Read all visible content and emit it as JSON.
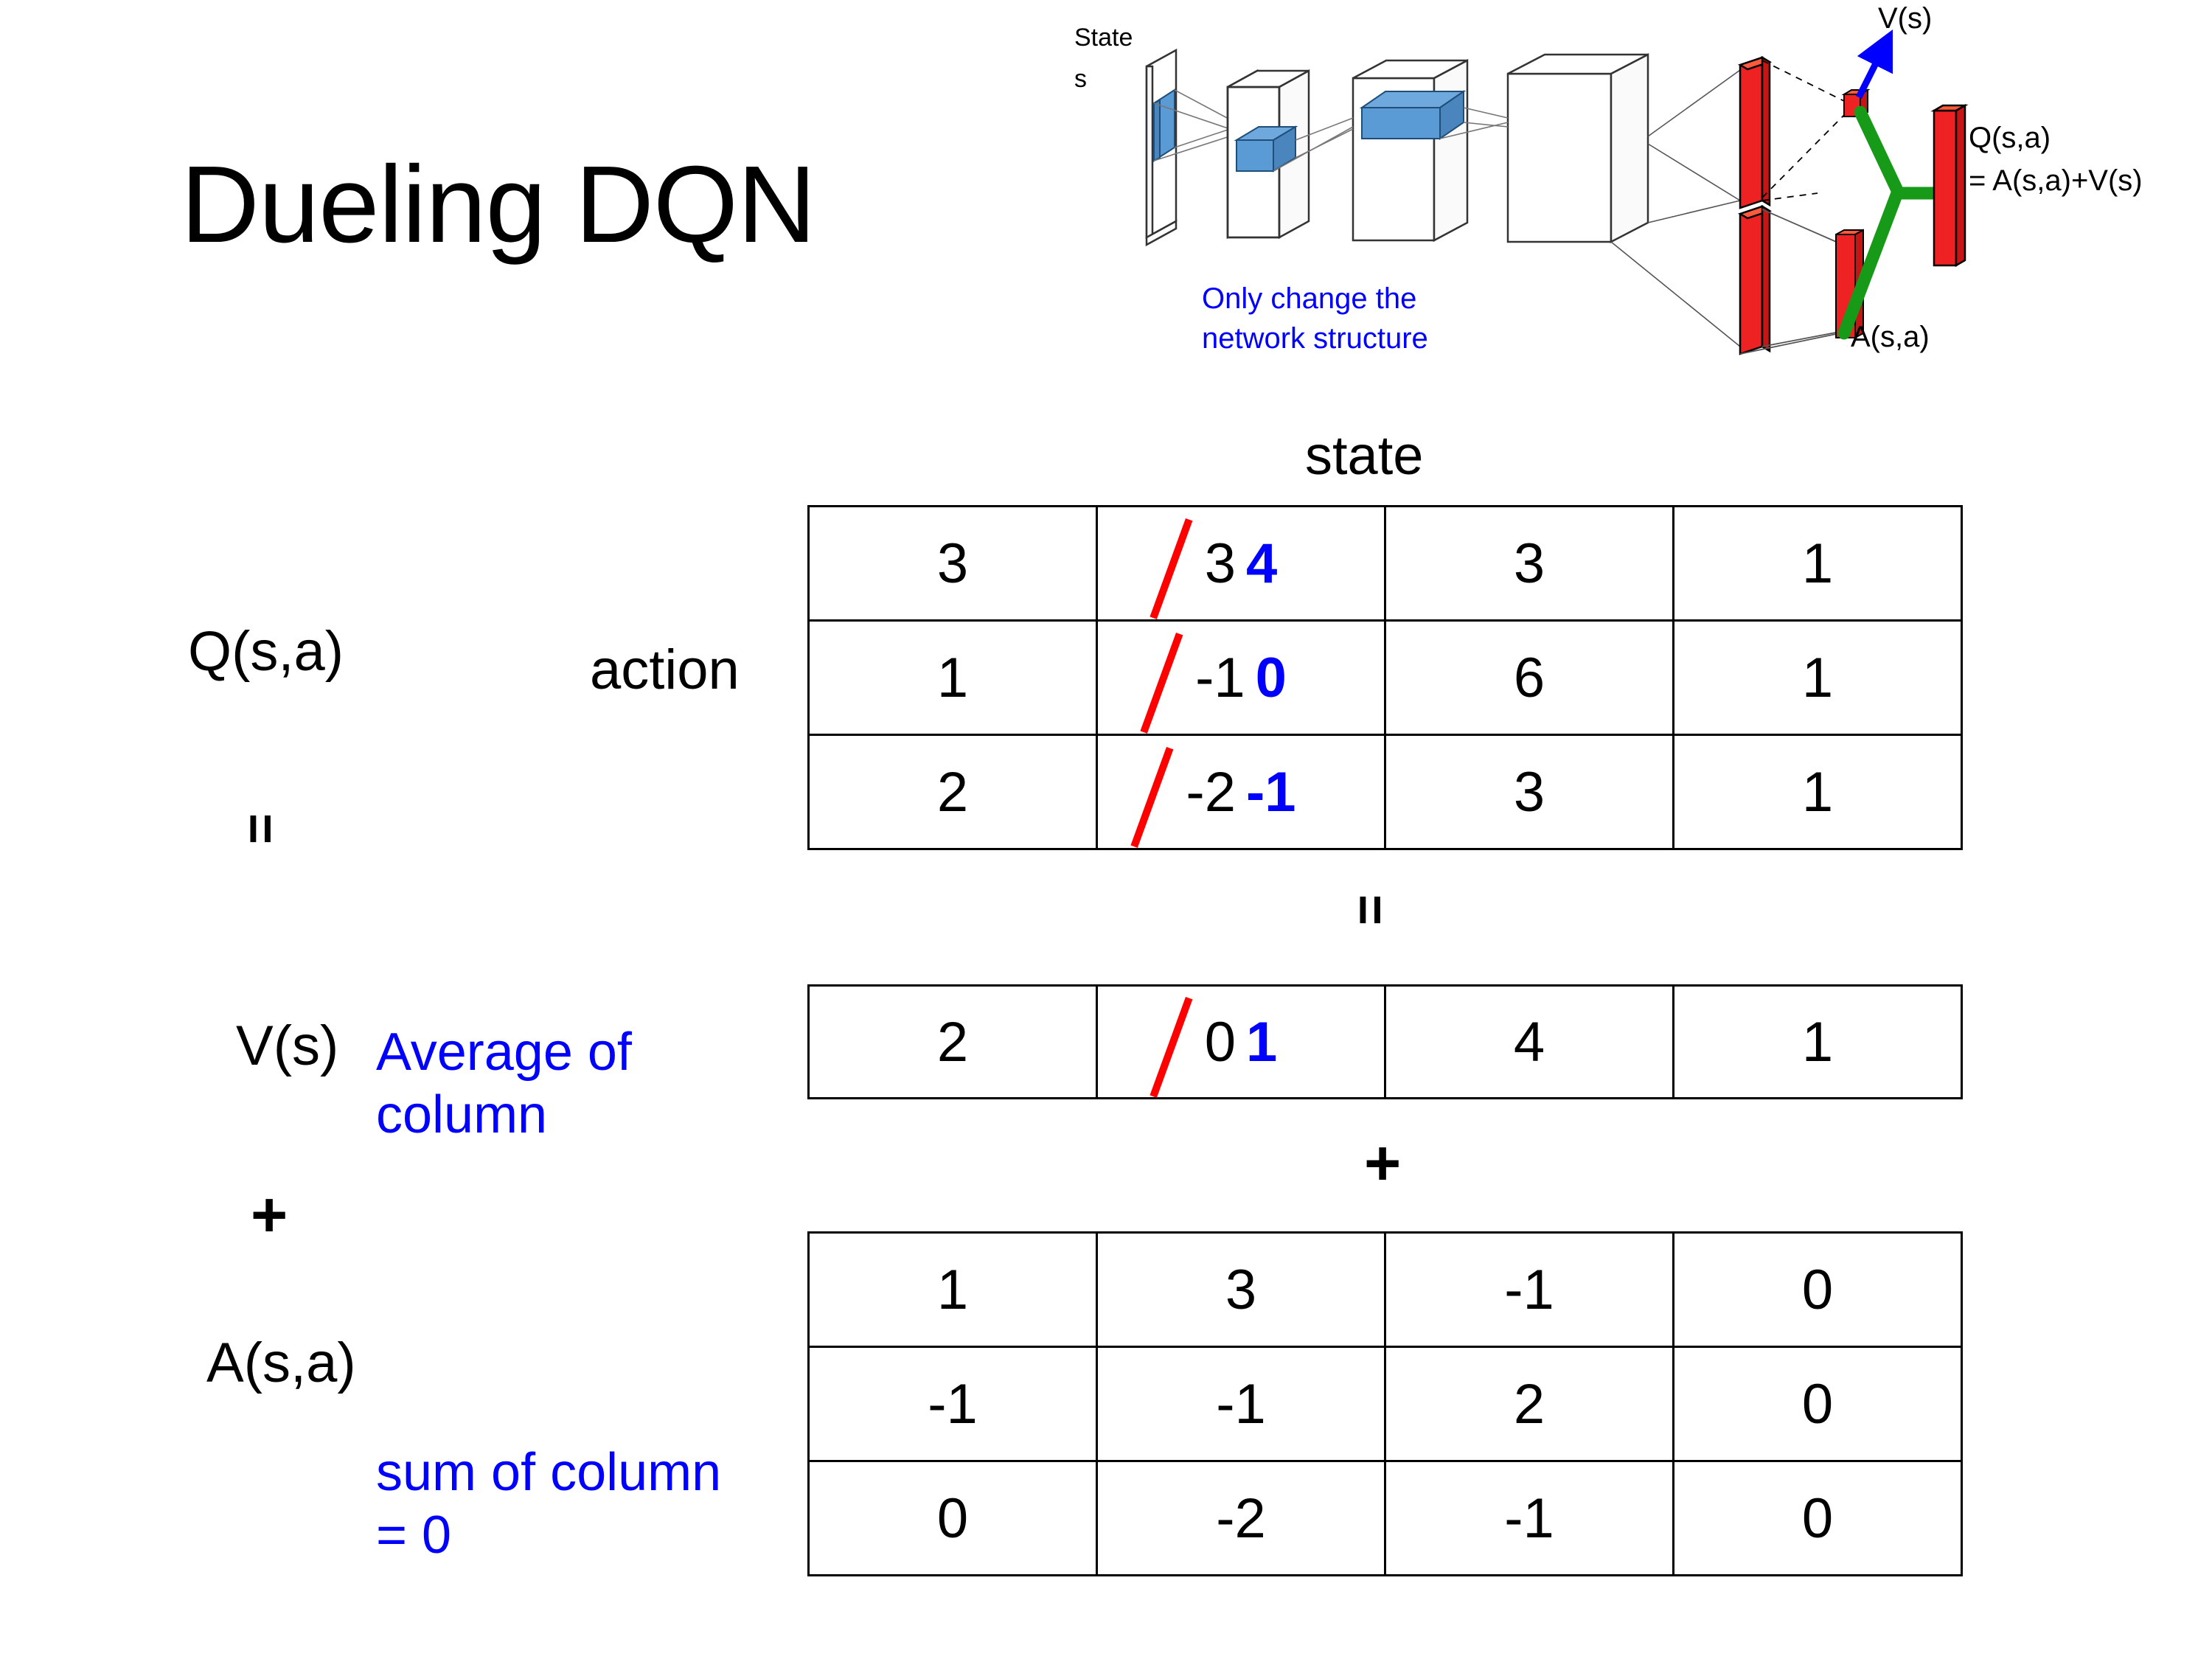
{
  "slide": {
    "title": "Dueling DQN"
  },
  "figure": {
    "state_label_line1": "State",
    "state_label_line2": "s",
    "note": "Only change the\nnetwork structure",
    "note_line1": "Only change the",
    "note_line2": "network structure",
    "v_output_label": "V(s)",
    "a_output_label": "A(s,a)",
    "q_output_label_line1": "Q(s,a)",
    "q_output_label_line2": "= A(s,a)+V(s)",
    "colors": {
      "stream_bar": "#ee2222",
      "merge_arm": "#179a17",
      "v_arrow": "#0000ff",
      "feature_block": "#5b9bd5",
      "note_text": "#0000ff"
    }
  },
  "labels": {
    "state_axis": "state",
    "action_axis": "action",
    "q_row": "Q(s,a)",
    "v_row": "V(s)",
    "a_row": "A(s,a)",
    "average_of_column": "Average of column",
    "sum_of_column": "sum of column = 0",
    "equals": "=",
    "plus": "+"
  },
  "colors": {
    "annotation_blue": "#0000ff",
    "strike_red": "#ff0000",
    "text_black": "#000000",
    "background": "#ffffff"
  },
  "chart_data": {
    "type": "table",
    "title": "Dueling DQN",
    "xlabel": "state",
    "ylabel": "action",
    "tables": [
      {
        "name": "Q(s,a)",
        "rows": [
          [
            "3",
            "3",
            "3",
            "1"
          ],
          [
            "1",
            "-1",
            "6",
            "1"
          ],
          [
            "2",
            "-2",
            "3",
            "1"
          ]
        ],
        "edits": [
          {
            "row": 0,
            "col": 1,
            "old": "3",
            "new": "4",
            "struck": true
          },
          {
            "row": 1,
            "col": 1,
            "old": "-1",
            "new": "0",
            "struck": true
          },
          {
            "row": 2,
            "col": 1,
            "old": "-2",
            "new": "-1",
            "struck": true
          }
        ]
      },
      {
        "name": "V(s)",
        "rows": [
          [
            "2",
            "0",
            "4",
            "1"
          ]
        ],
        "edits": [
          {
            "row": 0,
            "col": 1,
            "old": "0",
            "new": "1",
            "struck": true
          }
        ]
      },
      {
        "name": "A(s,a)",
        "rows": [
          [
            "1",
            "3",
            "-1",
            "0"
          ],
          [
            "-1",
            "-1",
            "2",
            "0"
          ],
          [
            "0",
            "-2",
            "-1",
            "0"
          ]
        ],
        "edits": []
      }
    ]
  },
  "tables": {
    "q": {
      "r0": {
        "c0": "3",
        "c1_old": "3",
        "c1_new": "4",
        "c2": "3",
        "c3": "1"
      },
      "r1": {
        "c0": "1",
        "c1_old": "-1",
        "c1_new": "0",
        "c2": "6",
        "c3": "1"
      },
      "r2": {
        "c0": "2",
        "c1_old": "-2",
        "c1_new": "-1",
        "c2": "3",
        "c3": "1"
      }
    },
    "v": {
      "r0": {
        "c0": "2",
        "c1_old": "0",
        "c1_new": "1",
        "c2": "4",
        "c3": "1"
      }
    },
    "a": {
      "r0": {
        "c0": "1",
        "c1": "3",
        "c2": "-1",
        "c3": "0"
      },
      "r1": {
        "c0": "-1",
        "c1": "-1",
        "c2": "2",
        "c3": "0"
      },
      "r2": {
        "c0": "0",
        "c1": "-2",
        "c2": "-1",
        "c3": "0"
      }
    }
  }
}
